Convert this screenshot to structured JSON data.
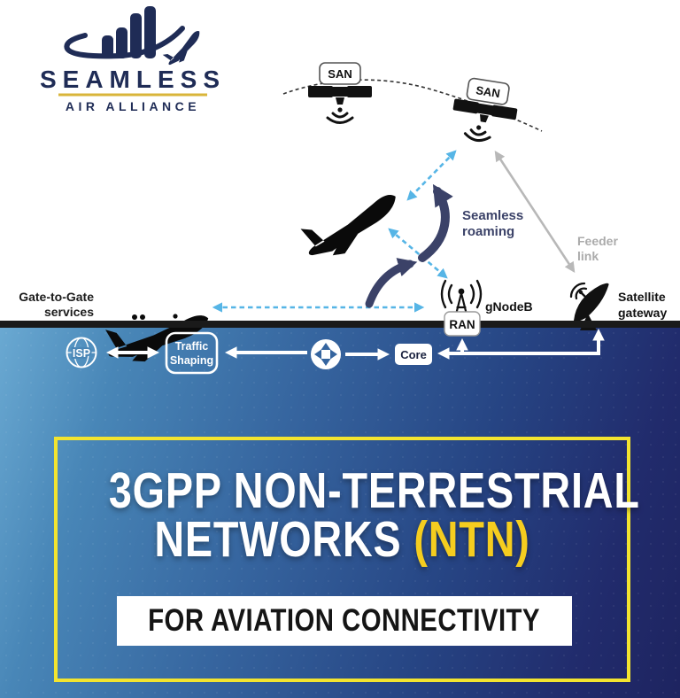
{
  "logo": {
    "name": "SEAMLESS",
    "subname": "AIR ALLIANCE"
  },
  "diagram": {
    "satellite_1_label": "SAN",
    "satellite_2_label": "SAN",
    "seamless_roaming_line1": "Seamless",
    "seamless_roaming_line2": "roaming",
    "feeder_link_line1": "Feeder",
    "feeder_link_line2": "link",
    "gate_to_gate_line1": "Gate-to-Gate",
    "gate_to_gate_line2": "services",
    "gnodeb_label": "gNodeB",
    "ran_label": "RAN",
    "satellite_gateway_line1": "Satellite",
    "satellite_gateway_line2": "gateway",
    "isp_label": "ISP",
    "traffic_shaping_line1": "Traffic",
    "traffic_shaping_line2": "Shaping",
    "core_label": "Core",
    "colors": {
      "logo_navy": "#1f2c56",
      "gold_rule": "#d9b53a",
      "roaming_arrow_navy": "#3b4268",
      "link_dashed_blue": "#56b5e6",
      "feeder_gray": "#b8b8b8",
      "ground_black": "#1a1a1a",
      "strip_white": "#ffffff"
    }
  },
  "title": {
    "line1": "3GPP NON-TERRESTRIAL",
    "line2_white": "NETWORKS",
    "line2_yellow": "(NTN)",
    "subtitle": "FOR AVIATION CONNECTIVITY",
    "frame_yellow": "#f3e42f",
    "ntn_yellow": "#f5cd1f",
    "background_gradient": [
      "#6aa9d2",
      "#1e2460"
    ]
  }
}
